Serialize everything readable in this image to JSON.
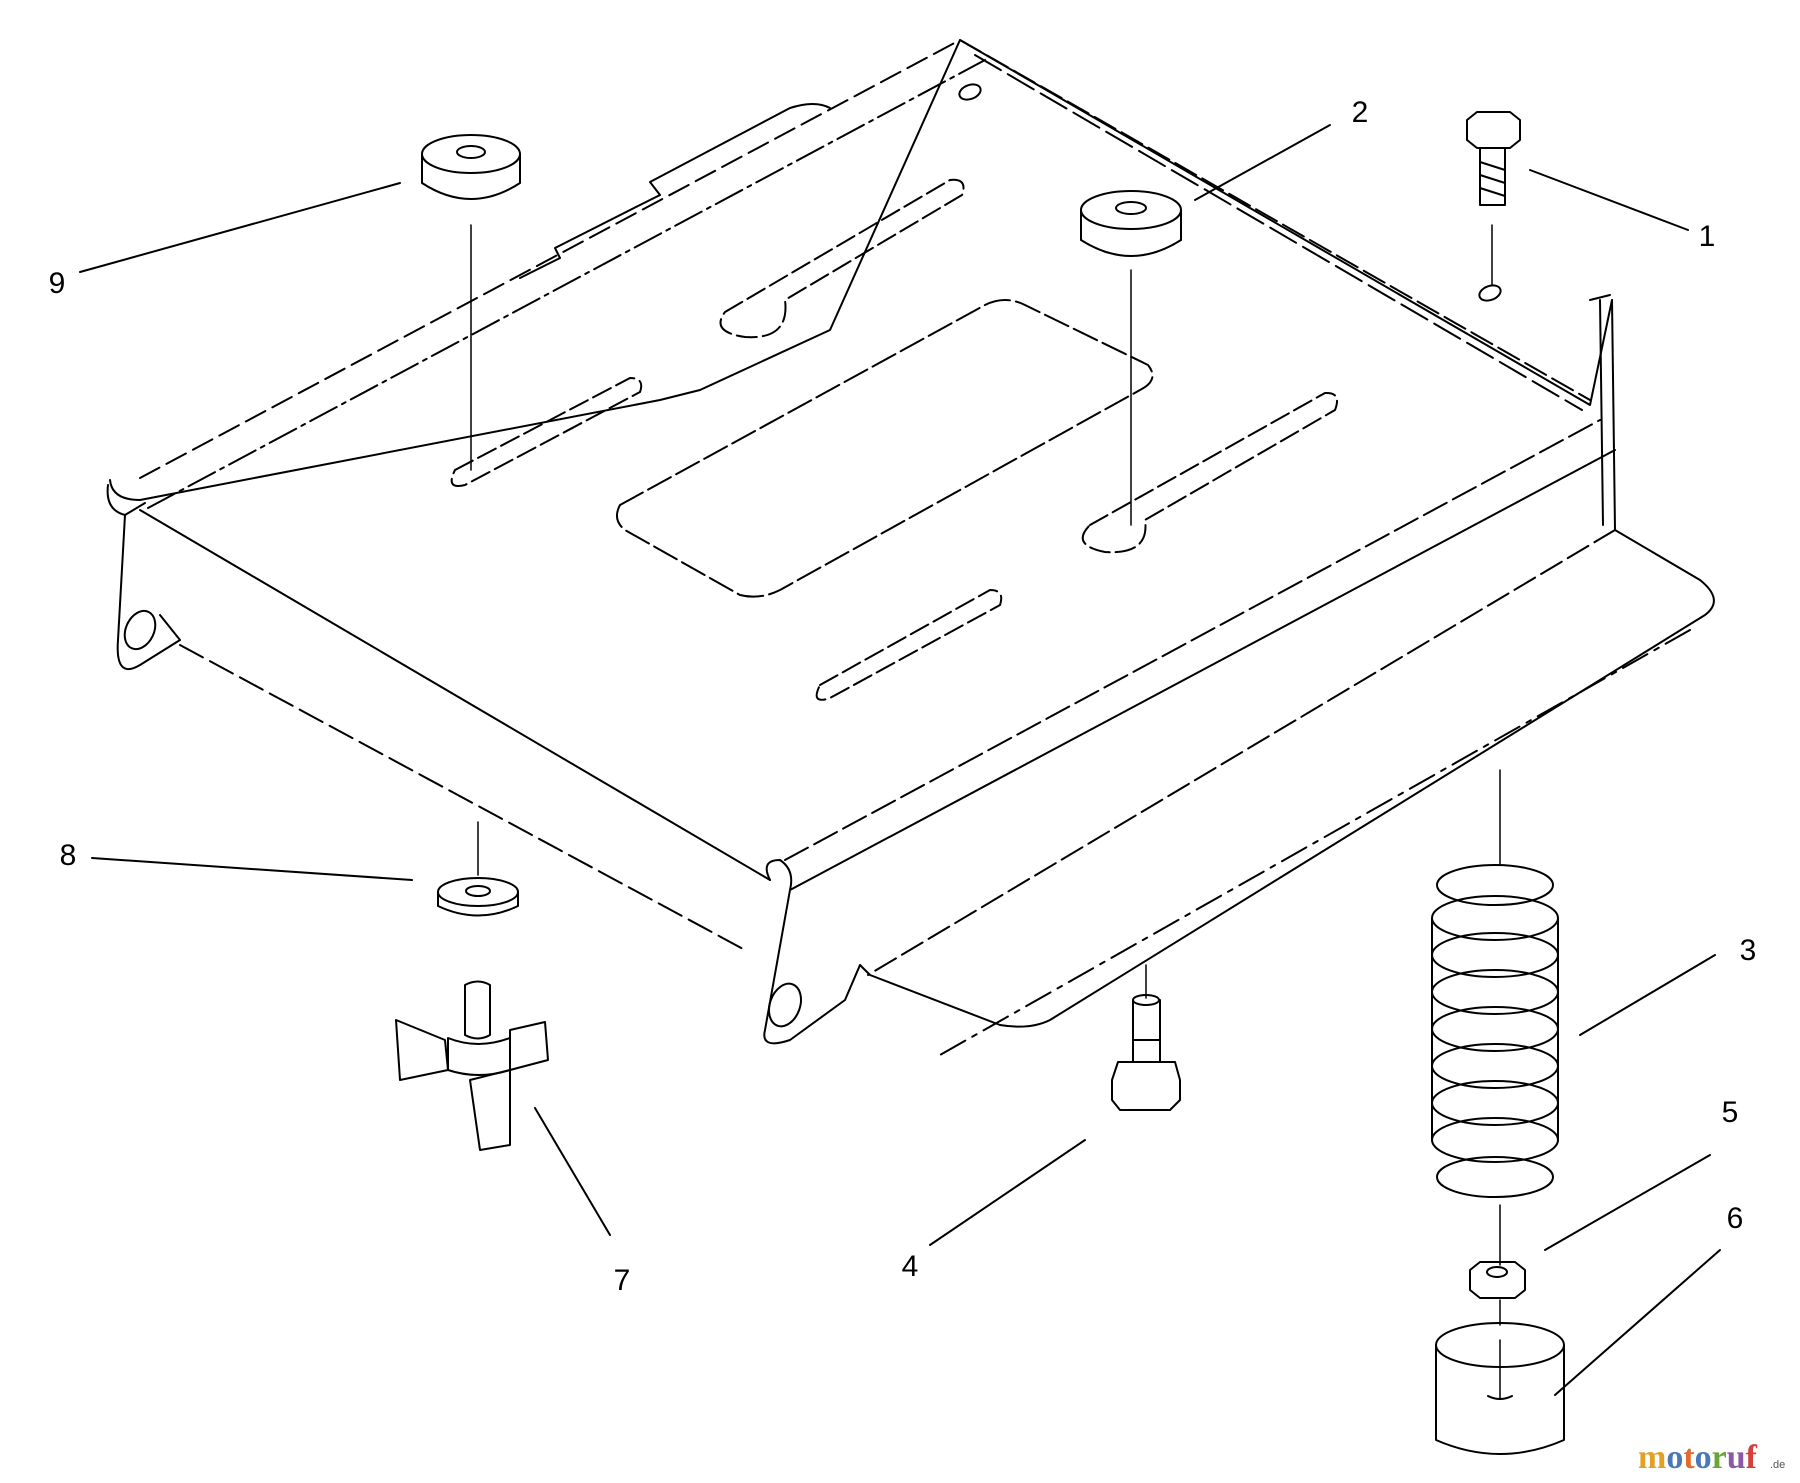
{
  "callouts": [
    {
      "id": "1",
      "label": "1"
    },
    {
      "id": "2",
      "label": "2"
    },
    {
      "id": "3",
      "label": "3"
    },
    {
      "id": "4",
      "label": "4"
    },
    {
      "id": "5",
      "label": "5"
    },
    {
      "id": "6",
      "label": "6"
    },
    {
      "id": "7",
      "label": "7"
    },
    {
      "id": "8",
      "label": "8"
    },
    {
      "id": "9",
      "label": "9"
    }
  ],
  "watermark": {
    "letters": [
      "m",
      "o",
      "t",
      "o",
      "r",
      "u",
      "f"
    ],
    "suffix": ".de",
    "colors": [
      "#e2a126",
      "#4a79b8",
      "#e36a2c",
      "#4a79b8",
      "#6aa53a",
      "#8a5aa8",
      "#d63f3a"
    ]
  },
  "colors": {
    "line": "#000000",
    "background": "#ffffff"
  }
}
